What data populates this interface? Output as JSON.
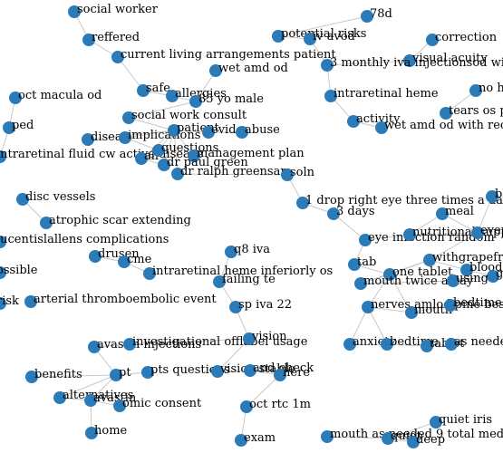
{
  "graph": {
    "type": "network",
    "colors": {
      "node": "#2b7bb9",
      "edge": "#c8c8c8",
      "label": "#000000",
      "background": "#ffffff"
    },
    "nodes": [
      {
        "id": "n1",
        "label": "social worker"
      },
      {
        "id": "n2",
        "label": "reffered"
      },
      {
        "id": "n3",
        "label": "current living arrangements patient"
      },
      {
        "id": "n4",
        "label": "wet amd od"
      },
      {
        "id": "n5",
        "label": "safe"
      },
      {
        "id": "n6",
        "label": "allergies"
      },
      {
        "id": "n7",
        "label": "85 yo male"
      },
      {
        "id": "n8",
        "label": "social work consult"
      },
      {
        "id": "n9",
        "label": "oct macula od"
      },
      {
        "id": "n10",
        "label": "ped"
      },
      {
        "id": "n11",
        "label": "intraretinal fluid cw active disease"
      },
      {
        "id": "n12",
        "label": "disea"
      },
      {
        "id": "n13",
        "label": "implications"
      },
      {
        "id": "n14",
        "label": "patient"
      },
      {
        "id": "n15",
        "label": "evide"
      },
      {
        "id": "n16",
        "label": "abuse"
      },
      {
        "id": "n17",
        "label": "all"
      },
      {
        "id": "n18",
        "label": "questions"
      },
      {
        "id": "n19",
        "label": "management plan"
      },
      {
        "id": "n20",
        "label": "dr paul green"
      },
      {
        "id": "n21",
        "label": "dr ralph greensam"
      },
      {
        "id": "n22",
        "label": "soln"
      },
      {
        "id": "n23",
        "label": "potential risks"
      },
      {
        "id": "n24",
        "label": "iv avod"
      },
      {
        "id": "n25",
        "label": "78d"
      },
      {
        "id": "n26",
        "label": "correction"
      },
      {
        "id": "n27",
        "label": "visual acuity"
      },
      {
        "id": "n28",
        "label": "3 monthly iva injectionsod with"
      },
      {
        "id": "n29",
        "label": "intraretinal heme"
      },
      {
        "id": "n30",
        "label": "activity"
      },
      {
        "id": "n31",
        "label": "wet amd od with rec"
      },
      {
        "id": "n32",
        "label": "no h"
      },
      {
        "id": "n33",
        "label": "tears os p"
      },
      {
        "id": "n34",
        "label": "disc vessels"
      },
      {
        "id": "n35",
        "label": "atrophic scar extending"
      },
      {
        "id": "n36",
        "label": "lucentislallens complications"
      },
      {
        "id": "n37",
        "label": "ossible"
      },
      {
        "id": "n38",
        "label": "risk"
      },
      {
        "id": "n39",
        "label": "arterial thromboembolic event"
      },
      {
        "id": "n40",
        "label": "drusen"
      },
      {
        "id": "n41",
        "label": "cme"
      },
      {
        "id": "n42",
        "label": "intraretinal heme inferiorly os"
      },
      {
        "id": "n43",
        "label": "q8 iva"
      },
      {
        "id": "n44",
        "label": "failing te"
      },
      {
        "id": "n45",
        "label": "sp iva 22"
      },
      {
        "id": "n46",
        "label": "1 drop right eye three times a day"
      },
      {
        "id": "n47",
        "label": "3 days"
      },
      {
        "id": "n48",
        "label": "blo"
      },
      {
        "id": "n49",
        "label": "meal"
      },
      {
        "id": "n50",
        "label": "eye infection random"
      },
      {
        "id": "n51",
        "label": "nutritional supplement"
      },
      {
        "id": "n52",
        "label": "even"
      },
      {
        "id": "n53",
        "label": "tab"
      },
      {
        "id": "n54",
        "label": "withgrapefru"
      },
      {
        "id": "n55",
        "label": "blood"
      },
      {
        "id": "n56",
        "label": "grapefru"
      },
      {
        "id": "n57",
        "label": "one tablet"
      },
      {
        "id": "n58",
        "label": "mouth twice a day"
      },
      {
        "id": "n59",
        "label": "using"
      },
      {
        "id": "n60",
        "label": "nerves amlodipine besyl"
      },
      {
        "id": "n61",
        "label": "mouth"
      },
      {
        "id": "n62",
        "label": "bedtime"
      },
      {
        "id": "n63",
        "label": "anxiety"
      },
      {
        "id": "n64",
        "label": "bedtime"
      },
      {
        "id": "n65",
        "label": "tablet"
      },
      {
        "id": "n66",
        "label": "as needed"
      },
      {
        "id": "n67",
        "label": "avastin injections"
      },
      {
        "id": "n68",
        "label": "investigational offlabel usage"
      },
      {
        "id": "n69",
        "label": "vision"
      },
      {
        "id": "n70",
        "label": "benefits"
      },
      {
        "id": "n71",
        "label": "pt"
      },
      {
        "id": "n72",
        "label": "pts questions"
      },
      {
        "id": "n73",
        "label": "vision stable"
      },
      {
        "id": "n74",
        "label": "and check"
      },
      {
        "id": "n75",
        "label": "here"
      },
      {
        "id": "n76",
        "label": "alternatives"
      },
      {
        "id": "n77",
        "label": "avastin"
      },
      {
        "id": "n78",
        "label": "omic consent"
      },
      {
        "id": "n79",
        "label": "oct rtc 1m"
      },
      {
        "id": "n80",
        "label": "home"
      },
      {
        "id": "n81",
        "label": "exam"
      },
      {
        "id": "n82",
        "label": "quiet iris"
      },
      {
        "id": "n83",
        "label": "mouth as needed 9 total medic"
      },
      {
        "id": "n84",
        "label": "quiet"
      },
      {
        "id": "n85",
        "label": "deep"
      }
    ],
    "edges": [
      [
        "n1",
        "n2"
      ],
      [
        "n2",
        "n3"
      ],
      [
        "n3",
        "n5"
      ],
      [
        "n5",
        "n6"
      ],
      [
        "n6",
        "n7"
      ],
      [
        "n4",
        "n7"
      ],
      [
        "n7",
        "n8"
      ],
      [
        "n8",
        "n14"
      ],
      [
        "n14",
        "n15"
      ],
      [
        "n15",
        "n16"
      ],
      [
        "n14",
        "n13"
      ],
      [
        "n14",
        "n17"
      ],
      [
        "n14",
        "n18"
      ],
      [
        "n14",
        "n19"
      ],
      [
        "n14",
        "n20"
      ],
      [
        "n14",
        "n21"
      ],
      [
        "n14",
        "n12"
      ],
      [
        "n13",
        "n18"
      ],
      [
        "n17",
        "n20"
      ],
      [
        "n21",
        "n22"
      ],
      [
        "n22",
        "n46"
      ],
      [
        "n46",
        "n47"
      ],
      [
        "n47",
        "n50"
      ],
      [
        "n9",
        "n10"
      ],
      [
        "n10",
        "n11"
      ],
      [
        "n23",
        "n24"
      ],
      [
        "n24",
        "n28"
      ],
      [
        "n25",
        "n23"
      ],
      [
        "n26",
        "n27"
      ],
      [
        "n27",
        "n28"
      ],
      [
        "n28",
        "n29"
      ],
      [
        "n29",
        "n30"
      ],
      [
        "n30",
        "n31"
      ],
      [
        "n32",
        "n33"
      ],
      [
        "n34",
        "n35"
      ],
      [
        "n40",
        "n41"
      ],
      [
        "n41",
        "n42"
      ],
      [
        "n43",
        "n44"
      ],
      [
        "n44",
        "n45"
      ],
      [
        "n45",
        "n69"
      ],
      [
        "n69",
        "n68"
      ],
      [
        "n69",
        "n73"
      ],
      [
        "n73",
        "n74"
      ],
      [
        "n74",
        "n75"
      ],
      [
        "n75",
        "n79"
      ],
      [
        "n79",
        "n81"
      ],
      [
        "n68",
        "n67"
      ],
      [
        "n67",
        "n71"
      ],
      [
        "n71",
        "n72"
      ],
      [
        "n71",
        "n70"
      ],
      [
        "n71",
        "n76"
      ],
      [
        "n71",
        "n77"
      ],
      [
        "n77",
        "n78"
      ],
      [
        "n77",
        "n80"
      ],
      [
        "n76",
        "n77"
      ],
      [
        "n50",
        "n51"
      ],
      [
        "n50",
        "n53"
      ],
      [
        "n53",
        "n57"
      ],
      [
        "n57",
        "n58"
      ],
      [
        "n57",
        "n54"
      ],
      [
        "n57",
        "n61"
      ],
      [
        "n57",
        "n60"
      ],
      [
        "n49",
        "n51"
      ],
      [
        "n51",
        "n52"
      ],
      [
        "n52",
        "n54"
      ],
      [
        "n54",
        "n55"
      ],
      [
        "n55",
        "n56"
      ],
      [
        "n56",
        "n59"
      ],
      [
        "n58",
        "n59"
      ],
      [
        "n60",
        "n61"
      ],
      [
        "n61",
        "n62"
      ],
      [
        "n60",
        "n63"
      ],
      [
        "n60",
        "n64"
      ],
      [
        "n64",
        "n65"
      ],
      [
        "n65",
        "n66"
      ],
      [
        "n58",
        "n54"
      ],
      [
        "n49",
        "n52"
      ],
      [
        "n48",
        "n52"
      ],
      [
        "n82",
        "n84"
      ],
      [
        "n84",
        "n85"
      ],
      [
        "n83",
        "n84"
      ]
    ]
  }
}
